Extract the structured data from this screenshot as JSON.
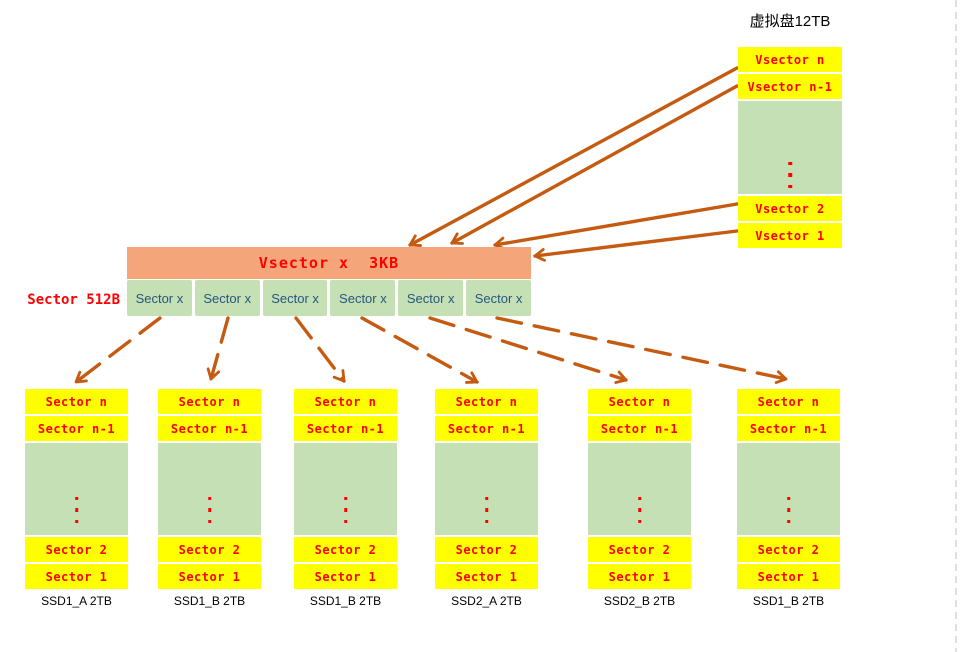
{
  "vdisk": {
    "title": "虚拟盘12TB",
    "rows": [
      "Vsector n",
      "Vsector n-1",
      "Vsector 2",
      "Vsector 1"
    ]
  },
  "bar": {
    "label": "Vsector x  3KB",
    "size_label": "Sector 512B",
    "cells": [
      "Sector x",
      "Sector x",
      "Sector x",
      "Sector x",
      "Sector x",
      "Sector x"
    ]
  },
  "ssds": [
    {
      "name": "SSD1_A 2TB",
      "rows": [
        "Sector n",
        "Sector n-1",
        "Sector 2",
        "Sector 1"
      ]
    },
    {
      "name": "SSD1_B 2TB",
      "rows": [
        "Sector n",
        "Sector n-1",
        "Sector 2",
        "Sector 1"
      ]
    },
    {
      "name": "SSD1_B 2TB",
      "rows": [
        "Sector n",
        "Sector n-1",
        "Sector 2",
        "Sector 1"
      ]
    },
    {
      "name": "SSD2_A 2TB",
      "rows": [
        "Sector n",
        "Sector n-1",
        "Sector 2",
        "Sector 1"
      ]
    },
    {
      "name": "SSD2_B 2TB",
      "rows": [
        "Sector n",
        "Sector n-1",
        "Sector 2",
        "Sector 1"
      ]
    },
    {
      "name": "SSD1_B 2TB",
      "rows": [
        "Sector n",
        "Sector n-1",
        "Sector 2",
        "Sector 1"
      ]
    }
  ],
  "colors": {
    "cell_yellow": "#FFFF00",
    "cell_green": "#C5E0B4",
    "bar_orange": "#F4A67A",
    "text_red": "#FF0000",
    "text_blue": "#26567F",
    "arrow_brown": "#C55A11",
    "margin_gray": "#D9D9D9"
  }
}
